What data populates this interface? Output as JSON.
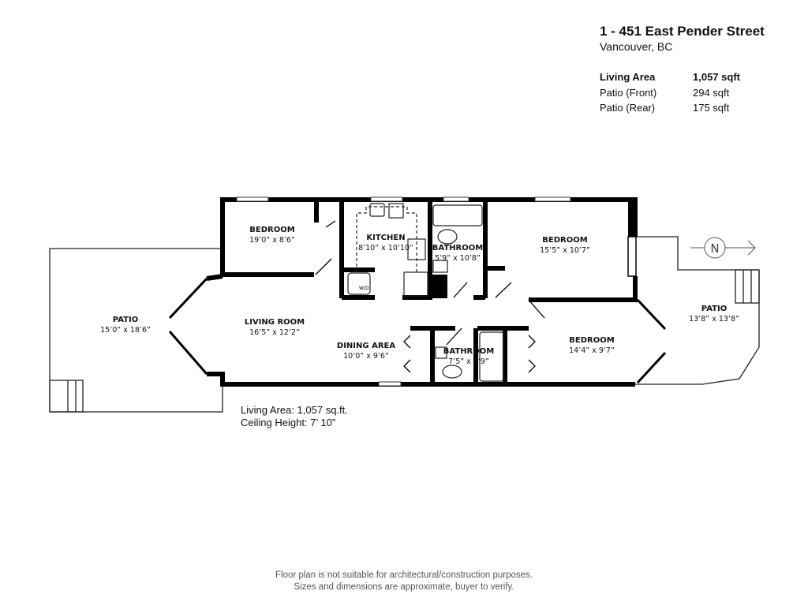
{
  "header": {
    "address": "1 - 451 East Pender Street",
    "city": "Vancouver, BC"
  },
  "areas": [
    {
      "label": "Living Area",
      "value": "1,057 sqft",
      "bold": true
    },
    {
      "label": "Patio (Front)",
      "value": "294 sqft"
    },
    {
      "label": "Patio (Rear)",
      "value": "175 sqft"
    }
  ],
  "rooms": {
    "bedroom1": {
      "name": "BEDROOM",
      "dims": "19’0” x 8’6”"
    },
    "kitchen": {
      "name": "KITCHEN",
      "dims": "8’10” x 10’10”"
    },
    "bathroom1": {
      "name": "BATHROOM",
      "dims": "5’9” x 10’8”"
    },
    "bedroom2": {
      "name": "BEDROOM",
      "dims": "15’5” x 10’7”"
    },
    "patio_left": {
      "name": "PATIO",
      "dims": "15’0” x 18’6”"
    },
    "living": {
      "name": "LIVING ROOM",
      "dims": "16’5” x 12’2”"
    },
    "dining": {
      "name": "DINING AREA",
      "dims": "10’0” x 9’6”"
    },
    "bathroom2": {
      "name": "BATHROOM",
      "dims": "7’5” x 5’9”"
    },
    "bedroom3": {
      "name": "BEDROOM",
      "dims": "14’4” x 9’7”"
    },
    "patio_right": {
      "name": "PATIO",
      "dims": "13’8” x 13’8”"
    },
    "washer_dryer": "W/D"
  },
  "compass": {
    "label": "N",
    "icon": "north-arrow-icon"
  },
  "notes": {
    "living_area": "Living Area: 1,057 sq.ft.",
    "ceiling": "Ceiling Height: 7’ 10”"
  },
  "disclaimer": {
    "line1": "Floor plan is not suitable for architectural/construction purposes.",
    "line2": "Sizes and dimensions are approximate, buyer to verify."
  }
}
